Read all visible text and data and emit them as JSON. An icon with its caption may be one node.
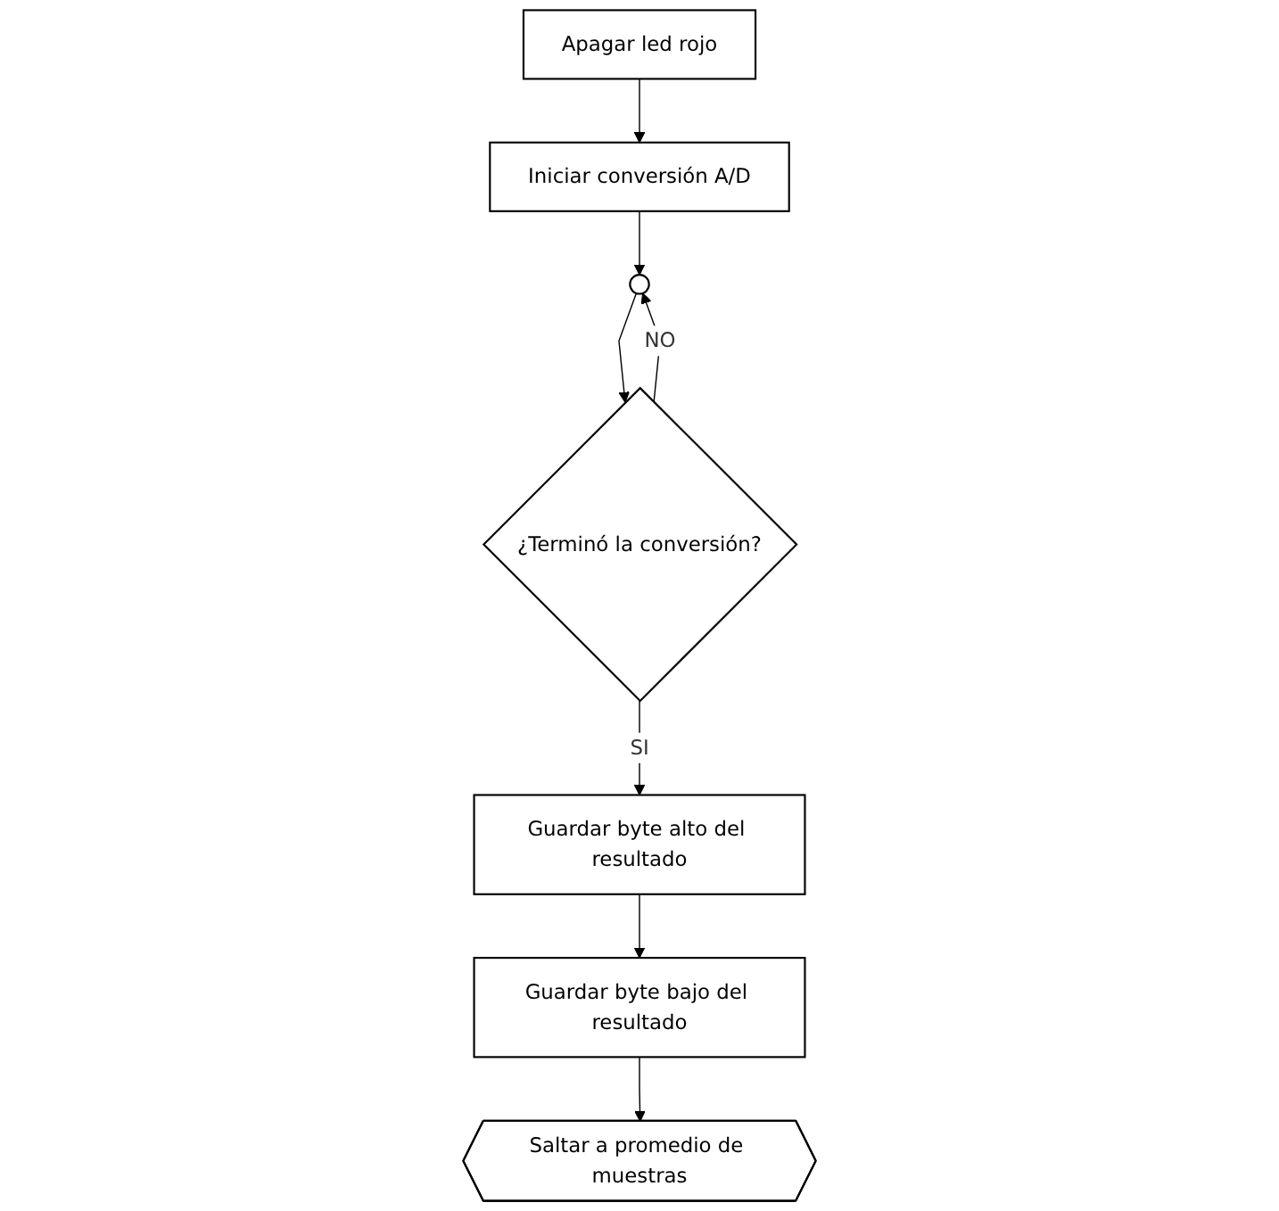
{
  "diagram": {
    "nodes": [
      {
        "text": [
          "Apagar led rojo"
        ]
      },
      {
        "text": [
          "Iniciar conversión A/D"
        ]
      },
      {
        "text": [],
        "shape": "circle"
      },
      {
        "text": [
          "¿Terminó la conversión?"
        ]
      },
      {
        "text": [
          "Guardar byte alto del resultado"
        ]
      },
      {
        "text": [
          "Guardar byte bajo del resultado"
        ]
      },
      {
        "text": [
          "Saltar a promedio de muestras"
        ]
      }
    ],
    "edges": [
      {
        "from": 0,
        "to": 1,
        "arrow": "to"
      },
      {
        "from": 1,
        "to": 2,
        "arrow": "to"
      },
      {
        "from": 2,
        "to": 3,
        "arrow": "to"
      },
      {
        "from": 3,
        "to": 2,
        "arrow": "to",
        "label": "NO"
      },
      {
        "from": 3,
        "to": 4,
        "arrow": "to",
        "label": "SI"
      },
      {
        "from": 4,
        "to": 5,
        "arrow": "to"
      },
      {
        "from": 5,
        "to": 6,
        "arrow": "to"
      }
    ]
  }
}
